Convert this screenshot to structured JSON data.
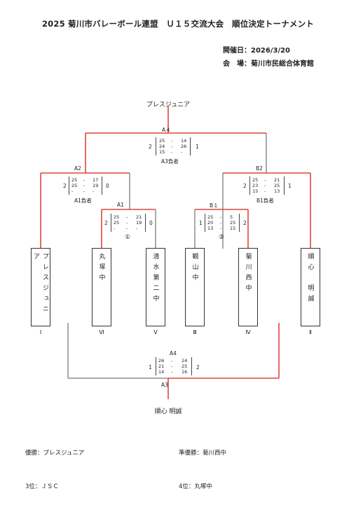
{
  "title": "2025 菊川市バレーボール連盟　Ｕ１５交流大会　順位決定トーナメント",
  "date_line": "開催日：2026/3/20",
  "venue_line": "会　場：菊川市民総合体育館",
  "winner_top": "プレスジュニア",
  "winner_bottom": "順心 明誠",
  "teams": [
    {
      "name": "プレスジュニア",
      "roman": "Ⅰ"
    },
    {
      "name": "丸塚中",
      "roman": "Ⅵ"
    },
    {
      "name": "清水第二中",
      "roman": "Ⅴ"
    },
    {
      "name": "観山中",
      "roman": "Ⅲ"
    },
    {
      "name": "菊川西中",
      "roman": "Ⅳ"
    },
    {
      "name": "順心　明誠",
      "roman": "Ⅱ"
    }
  ],
  "matches": {
    "a4": {
      "label": "A４",
      "left_total": "2",
      "right_total": "1",
      "left_sets": [
        "25",
        "24",
        "15"
      ],
      "right_sets": [
        "14",
        "26",
        "-"
      ],
      "note": "A3負者"
    },
    "a2": {
      "label": "A2",
      "left_total": "2",
      "right_total": "0",
      "left_sets": [
        "25",
        "25",
        "-"
      ],
      "right_sets": [
        "17",
        "19",
        "-"
      ],
      "note": "A1負者"
    },
    "b2": {
      "label": "B2",
      "left_total": "2",
      "right_total": "1",
      "left_sets": [
        "25",
        "23",
        "15"
      ],
      "right_sets": [
        "21",
        "25",
        "13"
      ],
      "note": "B1負者"
    },
    "a1": {
      "label": "A1",
      "left_total": "2",
      "right_total": "0",
      "left_sets": [
        "25",
        "25",
        "-"
      ],
      "right_sets": [
        "21",
        "19",
        "-"
      ],
      "note": "①"
    },
    "b1": {
      "label": "B１",
      "left_total": "1",
      "right_total": "2",
      "left_sets": [
        "25",
        "20",
        "13"
      ],
      "right_sets": [
        "5",
        "25",
        "15"
      ],
      "note": "②"
    },
    "a4b": {
      "label": "A4",
      "left_total": "1",
      "right_total": "2",
      "left_sets": [
        "26",
        "21",
        "14"
      ],
      "right_sets": [
        "24",
        "25",
        "16"
      ]
    },
    "a3": {
      "label": "A3"
    }
  },
  "dash": "-",
  "results": {
    "first": "優勝：プレスジュニア",
    "second": "準優勝：菊川西中",
    "third": "3位：ＪＳＣ",
    "fourth": "4位：丸塚中"
  },
  "colors": {
    "win": "#e0453a",
    "line": "#555555"
  }
}
